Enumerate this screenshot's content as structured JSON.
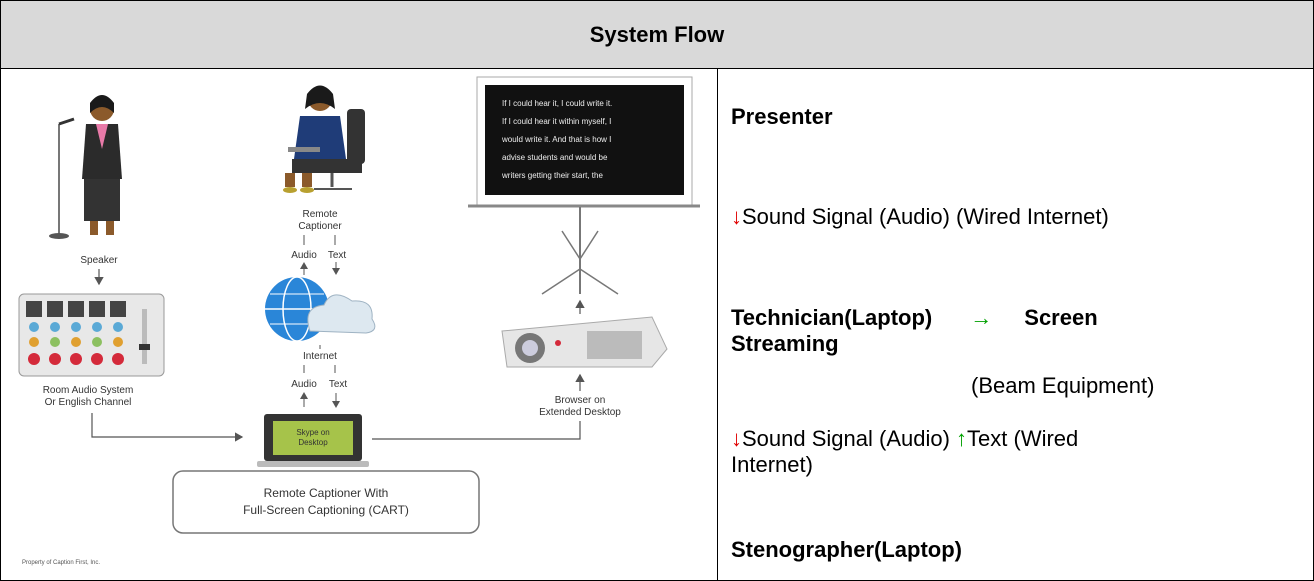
{
  "header": {
    "title": "System Flow"
  },
  "diagram": {
    "labels": {
      "speaker": "Speaker",
      "remote_captioner": [
        "Remote",
        "Captioner"
      ],
      "audio": "Audio",
      "text": "Text",
      "internet": "Internet",
      "room_audio": [
        "Room Audio System",
        "Or English Channel"
      ],
      "skype": [
        "Skype on",
        "Desktop"
      ],
      "browser": [
        "Browser on",
        "Extended Desktop"
      ],
      "cart": [
        "Remote Captioner With",
        "Full-Screen Captioning (CART)"
      ],
      "property": "Property of Caption First, Inc.",
      "screen_text": [
        "If I could hear it, I could write it.",
        "If I could hear it within myself, I",
        "would write it. And that is how I",
        "advise students and would be",
        "writers getting their start, the"
      ]
    }
  },
  "steps": {
    "presenter": "Presenter",
    "down_arrow": "↓",
    "up_arrow": "↑",
    "right_arrow": "→",
    "sound_wired": "Sound Signal (Audio) (Wired Internet)",
    "technician": "Technician(Laptop)",
    "screen_streaming_1": "Screen",
    "screen_streaming_2": "Streaming",
    "beam": "(Beam Equipment)",
    "sound_audio": "Sound Signal (Audio)",
    "text_wired_1": "Text (Wired",
    "text_wired_2": "Internet)",
    "stenographer": "Stenographer(Laptop)"
  }
}
